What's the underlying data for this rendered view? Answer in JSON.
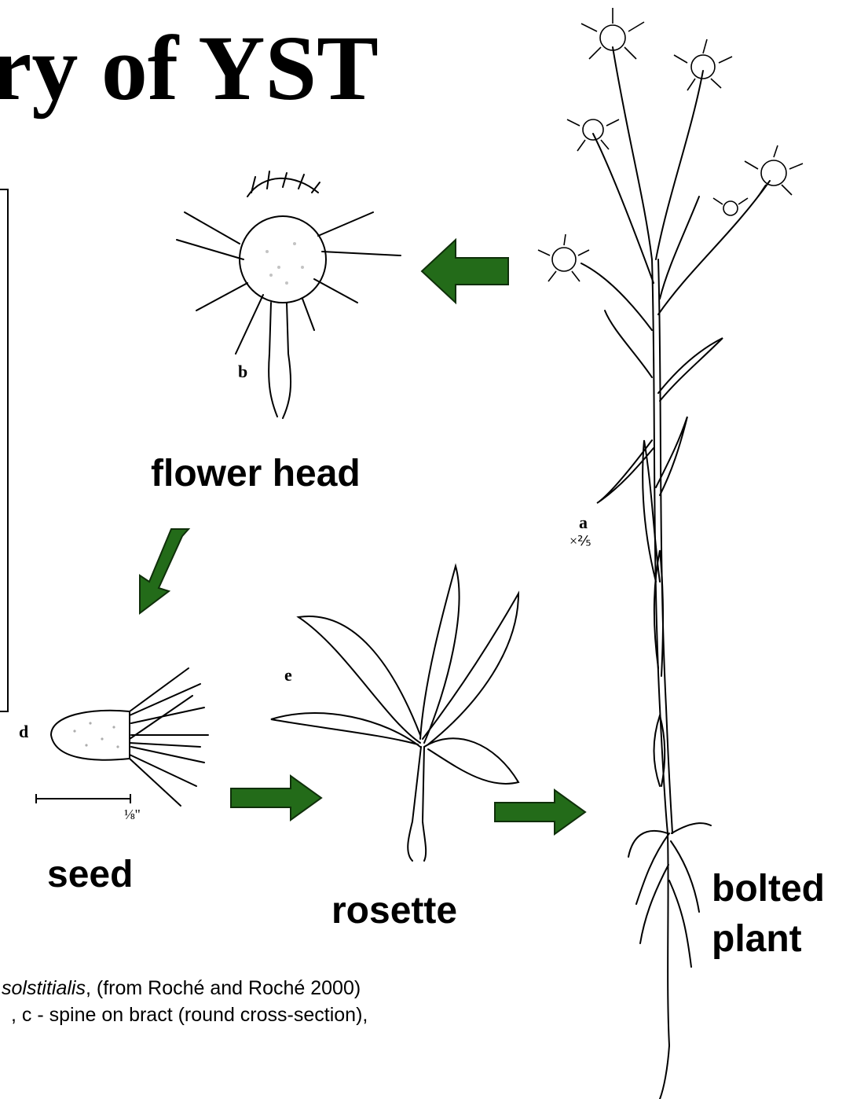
{
  "slide": {
    "title": "ry of YST"
  },
  "stages": {
    "flower_head": "flower head",
    "seed": "seed",
    "rosette": "rosette",
    "bolted_plant_line1": "bolted",
    "bolted_plant_line2": "plant"
  },
  "figure_letters": {
    "a": "a",
    "a_scale": "×⅖",
    "b": "b",
    "d": "d",
    "e": "e",
    "seed_scale": "⅛\""
  },
  "caption": {
    "line1_italic": "solstitialis",
    "line1_rest": ", (from Roché and Roché 2000)",
    "line2": ", c - spine on bract (round cross-section),"
  },
  "colors": {
    "arrow": "#236b19",
    "arrow_outline": "#0f2f0a"
  },
  "icons": {
    "arrow": "green-block-arrow"
  }
}
